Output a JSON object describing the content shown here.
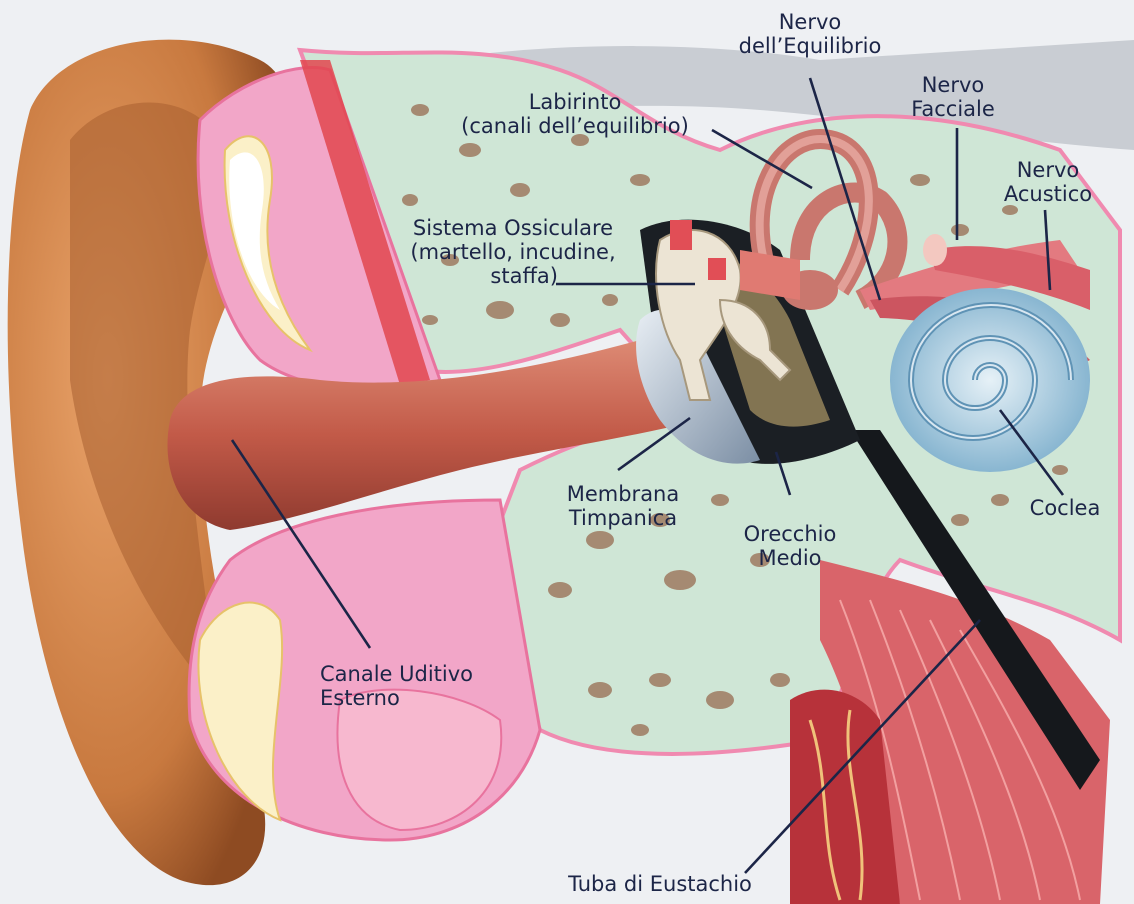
{
  "labels": {
    "nervo_equilibrio": {
      "line1": "Nervo",
      "line2": "dell’Equilibrio"
    },
    "nervo_facciale": {
      "line1": "Nervo",
      "line2": "Facciale"
    },
    "nervo_acustico": {
      "line1": "Nervo",
      "line2": "Acustico"
    },
    "labirinto": {
      "line1": "Labirinto",
      "line2": "(canali dell’equilibrio)"
    },
    "sistema_ossiculare": {
      "line1": "Sistema Ossiculare",
      "line2": "(martello, incudine,",
      "line3": "staffa)"
    },
    "membrana_timpanica": {
      "line1": "Membrana",
      "line2": "Timpanica"
    },
    "orecchio_medio": {
      "line1": "Orecchio",
      "line2": "Medio"
    },
    "coclea": {
      "line1": "Coclea"
    },
    "canale_uditivo": {
      "line1": "Canale Uditivo",
      "line2": "Esterno"
    },
    "tuba_eustachio": {
      "line1": "Tuba di Eustachio"
    }
  },
  "colors": {
    "background": "#eef0f3",
    "skin": "#c87a3f",
    "cartilage_pink": "#f2a6c8",
    "bone_green": "#cfe6d6",
    "canal_flesh": "#c9604d",
    "cochlea_blue": "#9fc3d8",
    "muscle_red": "#d9646a",
    "label_text": "#1c2547"
  }
}
